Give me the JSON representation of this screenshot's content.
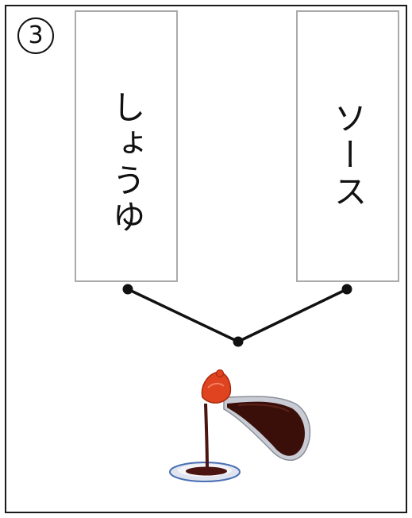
{
  "problem": {
    "number": "3"
  },
  "cards": [
    {
      "label": "しょうゆ"
    },
    {
      "label": "ソース"
    }
  ],
  "colors": {
    "frame": "#1a1a1a",
    "card_border": "#aaaaaa",
    "line": "#111111",
    "bottle_cap": "#e0431f",
    "sauce": "#3a0f0a"
  },
  "image": {
    "icon": "soy-sauce-bottle-icon"
  }
}
